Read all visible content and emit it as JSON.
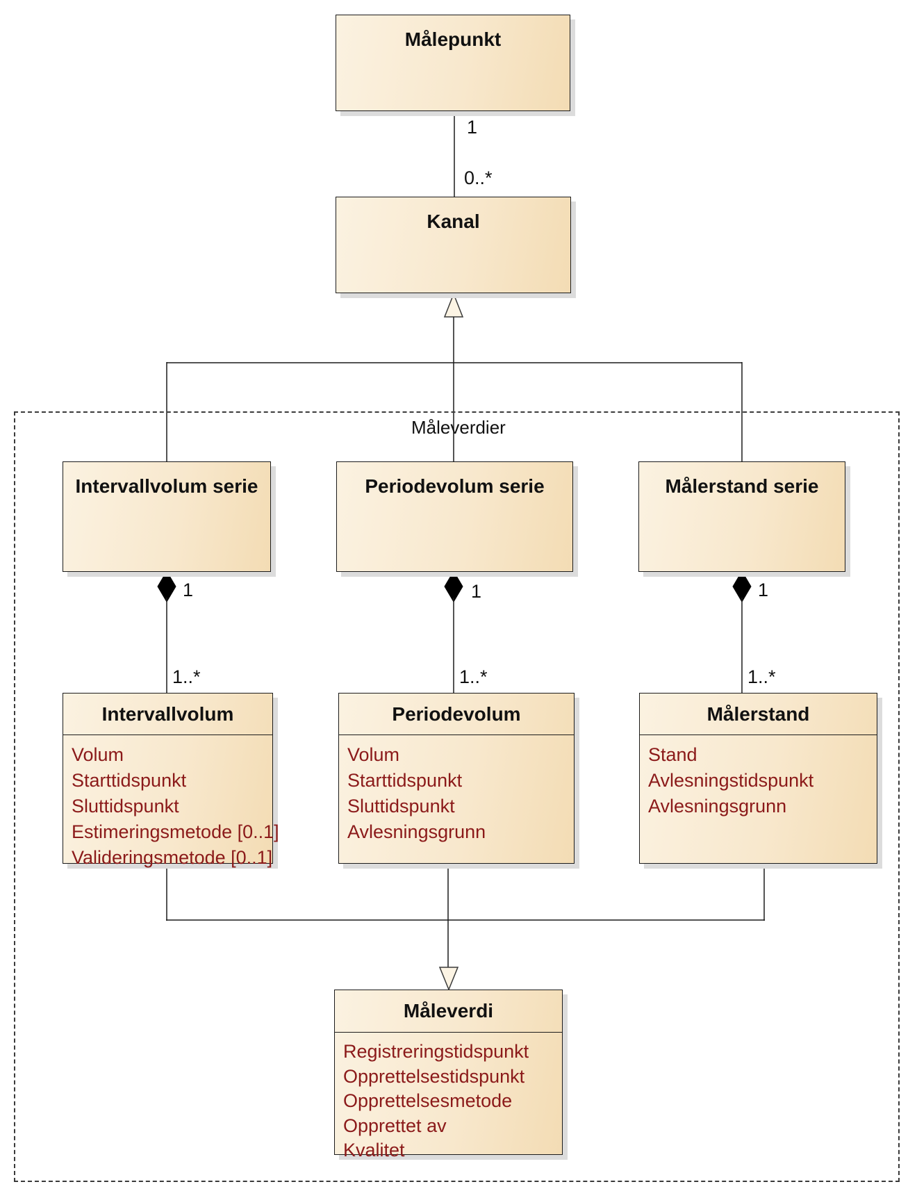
{
  "package": {
    "label": "Måleverdier"
  },
  "classes": {
    "malepunkt": {
      "title": "Målepunkt"
    },
    "kanal": {
      "title": "Kanal"
    },
    "intervallvolum_serie": {
      "title": "Intervallvolum serie"
    },
    "periodevolum_serie": {
      "title": "Periodevolum serie"
    },
    "malerstand_serie": {
      "title": "Målerstand serie"
    },
    "intervallvolum": {
      "title": "Intervallvolum",
      "attributes": [
        "Volum",
        "Starttidspunkt",
        "Sluttidspunkt",
        "Estimeringsmetode [0..1]",
        "Valideringsmetode [0..1]"
      ]
    },
    "periodevolum": {
      "title": "Periodevolum",
      "attributes": [
        "Volum",
        "Starttidspunkt",
        "Sluttidspunkt",
        "Avlesningsgrunn"
      ]
    },
    "malerstand": {
      "title": "Målerstand",
      "attributes": [
        "Stand",
        "Avlesningstidspunkt",
        "Avlesningsgrunn"
      ]
    },
    "maleverdi": {
      "title": "Måleverdi",
      "attributes": [
        "Registreringstidspunkt",
        "Opprettelsestidspunkt",
        "Opprettelsesmetode",
        "Opprettet av",
        "Kvalitet"
      ]
    }
  },
  "multiplicities": {
    "malepunkt_kanal": {
      "source": "1",
      "target": "0..*"
    },
    "intervallvolum_comp": {
      "whole": "1",
      "part": "1..*"
    },
    "periodevolum_comp": {
      "whole": "1",
      "part": "1..*"
    },
    "malerstand_comp": {
      "whole": "1",
      "part": "1..*"
    }
  },
  "colors": {
    "class_fill_light": "#fbf2e1",
    "class_fill_dark": "#f3dcb4",
    "attribute_text": "#8b1a1a",
    "line": "#1a1a1a",
    "shadow": "#dcdcdc"
  }
}
